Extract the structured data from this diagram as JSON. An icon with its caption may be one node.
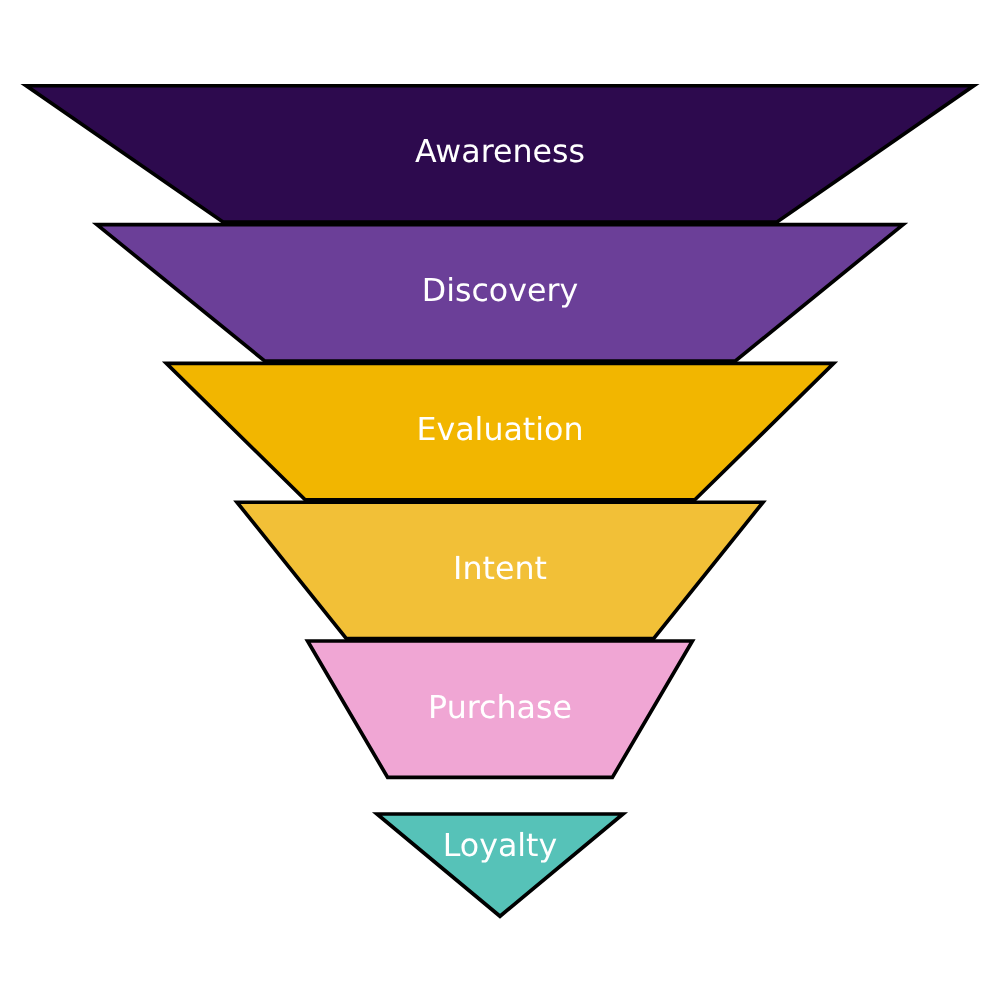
{
  "diagram": {
    "nodes": [
      {
        "text": [
          "Awareness"
        ]
      },
      {
        "text": [
          "Discovery"
        ]
      },
      {
        "text": [
          "Evaluation"
        ]
      },
      {
        "text": [
          "Intent"
        ]
      },
      {
        "text": [
          "Purchase"
        ]
      },
      {
        "text": [
          "Loyalty"
        ]
      }
    ]
  }
}
